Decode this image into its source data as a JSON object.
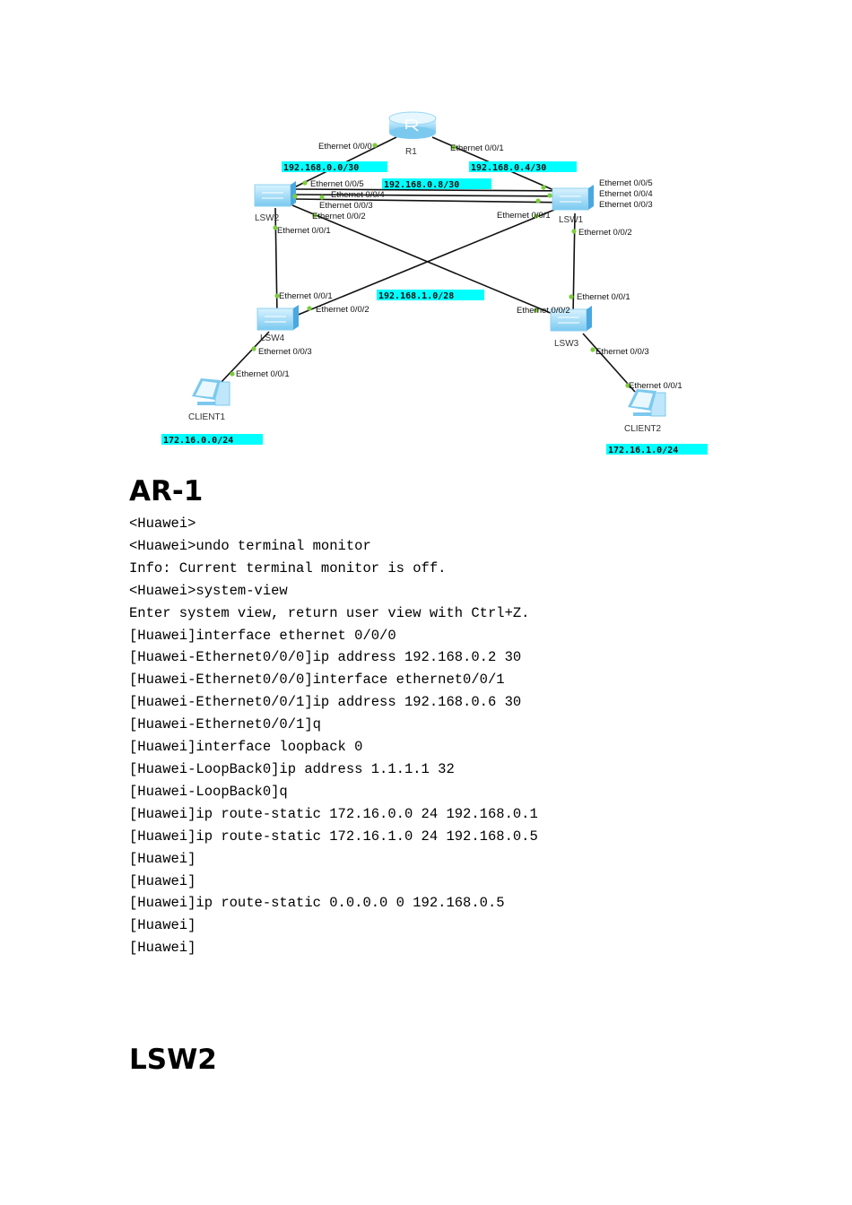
{
  "diagram": {
    "devices": [
      "R1",
      "LSW2",
      "LSW1",
      "LSW4",
      "LSW3",
      "CLIENT1",
      "CLIENT2"
    ],
    "ports": [
      "Ethernet 0/0/0",
      "Ethernet 0/0/1",
      "Ethernet 0/0/5",
      "Ethernet 0/0/4",
      "Ethernet 0/0/3",
      "Ethernet 0/0/2",
      "Ethernet 0/0/1",
      "Ethernet 0/0/5",
      "Ethernet 0/0/4",
      "Ethernet 0/0/3",
      "Ethernet 0/0/1",
      "Ethernet 0/0/2",
      "Ethernet 0/0/1",
      "Ethernet 0/0/2",
      "Ethernet 0/0/3",
      "Ethernet 0/0/1",
      "Ethernet 0/0/1",
      "Ethernet 0/0/2",
      "Ethernet 0/0/3",
      "Ethernet 0/0/1"
    ],
    "networks": [
      "192.168.0.0/30",
      "192.168.0.4/30",
      "192.168.0.8/30",
      "192.168.1.0/28",
      "172.16.0.0/24",
      "172.16.1.0/24"
    ],
    "highlight_color": "#00ffff",
    "port_dot_color": "#7ccd3c"
  },
  "sections": [
    {
      "title": "AR-1",
      "lines": [
        "<Huawei>",
        "<Huawei>undo terminal monitor",
        "Info: Current terminal monitor is off.",
        "<Huawei>system-view",
        "Enter system view, return user view with Ctrl+Z.",
        "[Huawei]interface ethernet 0/0/0",
        "[Huawei-Ethernet0/0/0]ip address 192.168.0.2 30",
        "[Huawei-Ethernet0/0/0]interface ethernet0/0/1",
        "[Huawei-Ethernet0/0/1]ip address 192.168.0.6 30",
        "[Huawei-Ethernet0/0/1]q",
        "[Huawei]interface loopback 0",
        "[Huawei-LoopBack0]ip address 1.1.1.1 32",
        "[Huawei-LoopBack0]q",
        "[Huawei]ip route-static 172.16.0.0 24 192.168.0.1",
        "[Huawei]ip route-static 172.16.1.0 24 192.168.0.5",
        "[Huawei]",
        "[Huawei]",
        "[Huawei]ip route-static 0.0.0.0 0 192.168.0.5",
        "[Huawei]",
        "[Huawei]"
      ]
    },
    {
      "title": "LSW2"
    }
  ]
}
